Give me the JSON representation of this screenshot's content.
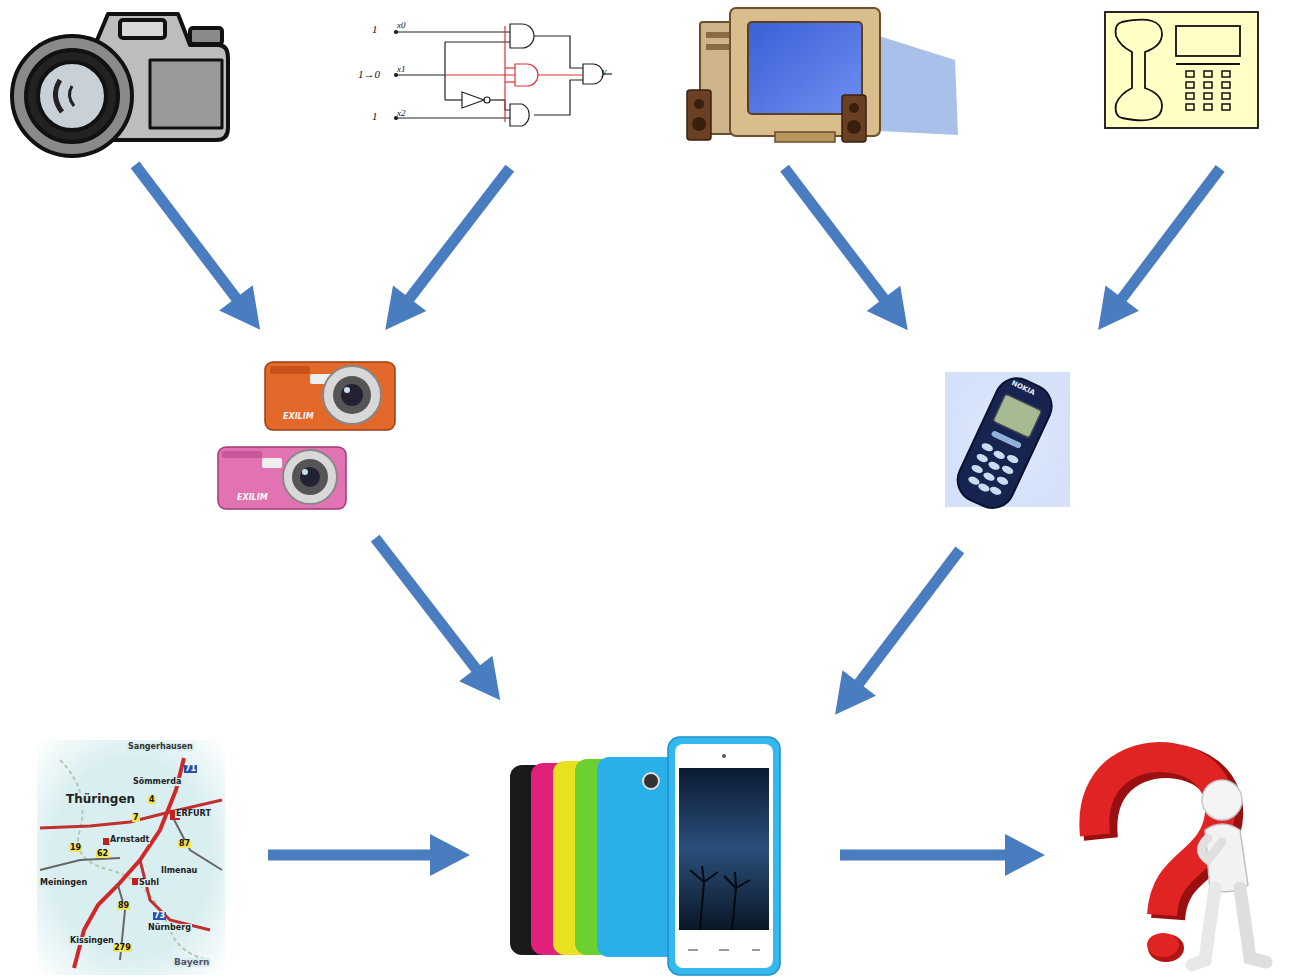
{
  "diagram": {
    "nodes": [
      {
        "text": []
      },
      {
        "text": [
          "1",
          "x0",
          "1→0",
          "x1",
          "1",
          "x2",
          "y"
        ]
      },
      {
        "text": []
      },
      {
        "text": []
      },
      {
        "text": [
          "EXILIM",
          "EXILIM"
        ]
      },
      {
        "text": [
          "NOKIA"
        ]
      },
      {
        "text": [
          "Sangerhausen",
          "Sömmerda",
          "Thüringen",
          "ERFURT",
          "Arnstadt",
          "Ilmenau",
          "Suhl",
          "Meiningen",
          "Kissingen",
          "Nürnberg",
          "Bayern",
          "71",
          "4",
          "7",
          "19",
          "62",
          "87",
          "89",
          "73",
          "279"
        ]
      },
      {
        "text": []
      },
      {
        "text": []
      }
    ],
    "edges": [
      {
        "from": 0,
        "to": 4,
        "arrow": "to"
      },
      {
        "from": 1,
        "to": 4,
        "arrow": "to"
      },
      {
        "from": 2,
        "to": 5,
        "arrow": "to"
      },
      {
        "from": 3,
        "to": 5,
        "arrow": "to"
      },
      {
        "from": 4,
        "to": 7,
        "arrow": "to"
      },
      {
        "from": 5,
        "to": 7,
        "arrow": "to"
      },
      {
        "from": 6,
        "to": 7,
        "arrow": "to"
      },
      {
        "from": 7,
        "to": 8,
        "arrow": "to"
      }
    ]
  }
}
